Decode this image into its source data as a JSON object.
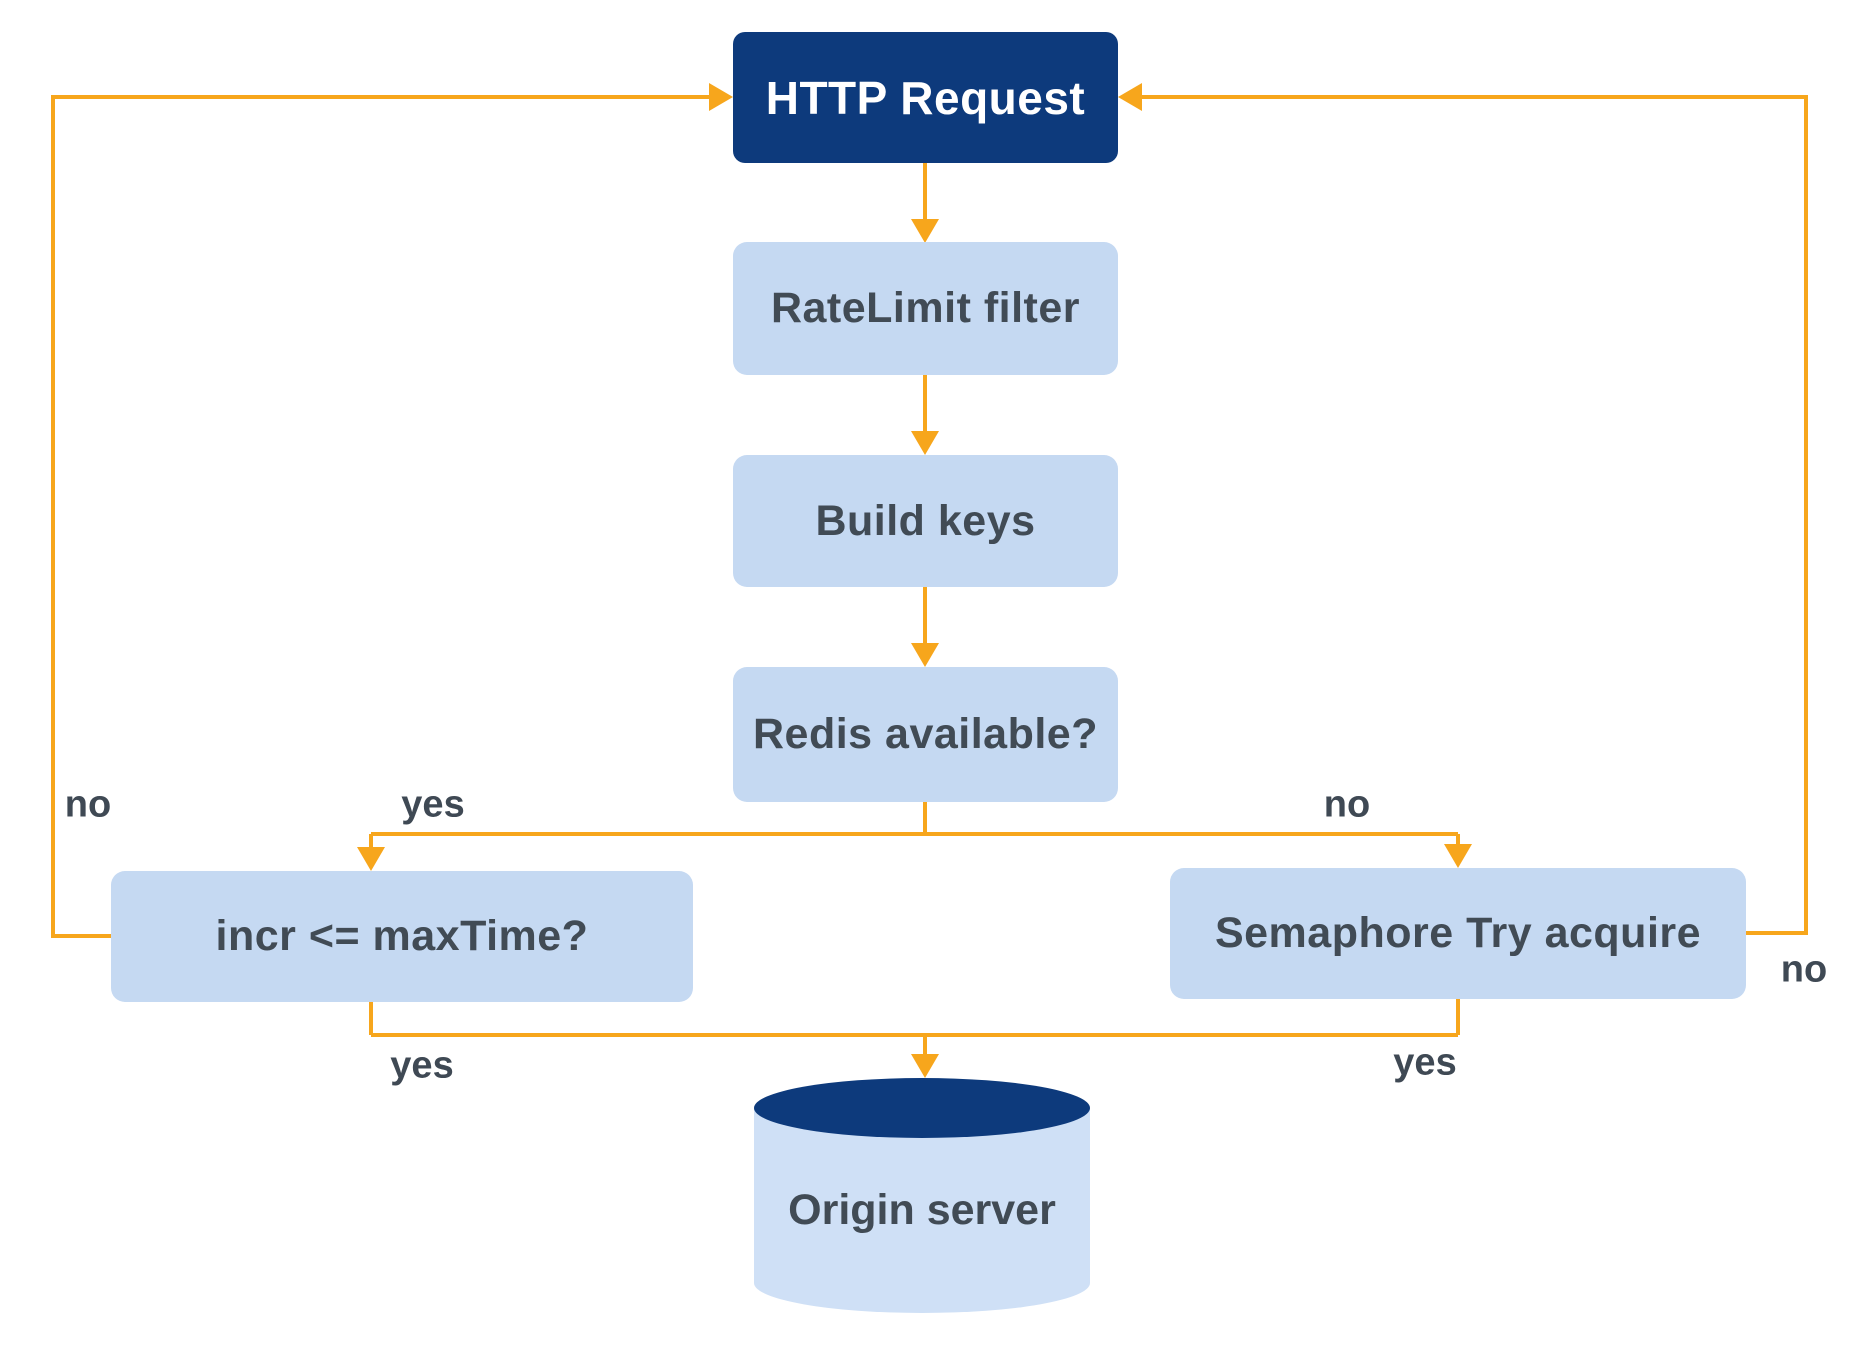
{
  "colors": {
    "node_dark_fill": "#0d3a7c",
    "node_light_fill": "#c5d9f2",
    "cylinder_body_fill": "#cfe0f6",
    "connector": "#f7a61c",
    "node_text_dark": "#414b55",
    "node_text_light": "#ffffff",
    "edge_label_text": "#3f4954",
    "background": "#ffffff"
  },
  "nodes": {
    "http_request": {
      "label": "HTTP Request"
    },
    "ratelimit_filter": {
      "label": "RateLimit filter"
    },
    "build_keys": {
      "label": "Build keys"
    },
    "redis_available": {
      "label": "Redis available?"
    },
    "incr_max_time": {
      "label": "incr <= maxTime?"
    },
    "semaphore_try_acquire": {
      "label": "Semaphore Try acquire"
    },
    "origin_server": {
      "label": "Origin server"
    }
  },
  "edge_labels": {
    "incr_no_loop": "no",
    "redis_yes": "yes",
    "redis_no": "no",
    "semaphore_no_loop": "no",
    "incr_yes": "yes",
    "semaphore_yes": "yes"
  }
}
